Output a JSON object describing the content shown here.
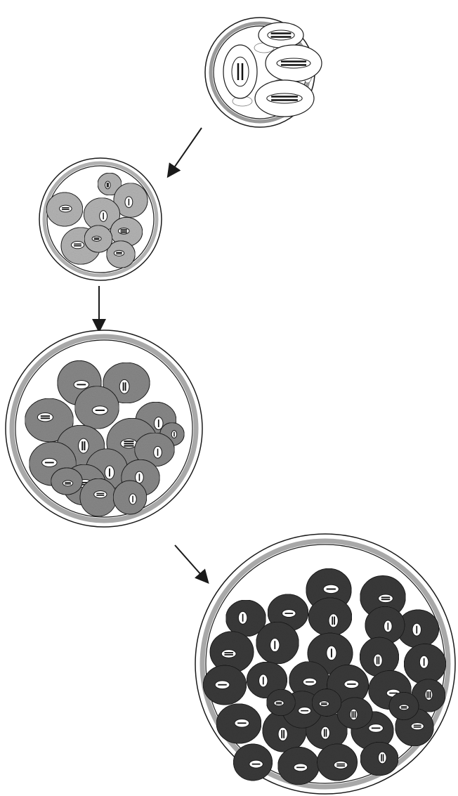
{
  "diagram": {
    "type": "progression",
    "stages": [
      {
        "id": "stage-1",
        "cells": 4,
        "shading": "#ffffff"
      },
      {
        "id": "stage-2",
        "cells": 8,
        "shading": "#b4b4b4"
      },
      {
        "id": "stage-3",
        "cells": 16,
        "shading": "#888888"
      },
      {
        "id": "stage-4",
        "cells": 32,
        "shading": "#3a3a3a"
      }
    ],
    "arrows": 3,
    "colors": {
      "line": "#1a1a1a",
      "rim": "#9a9a9a",
      "background": "#ffffff"
    }
  }
}
